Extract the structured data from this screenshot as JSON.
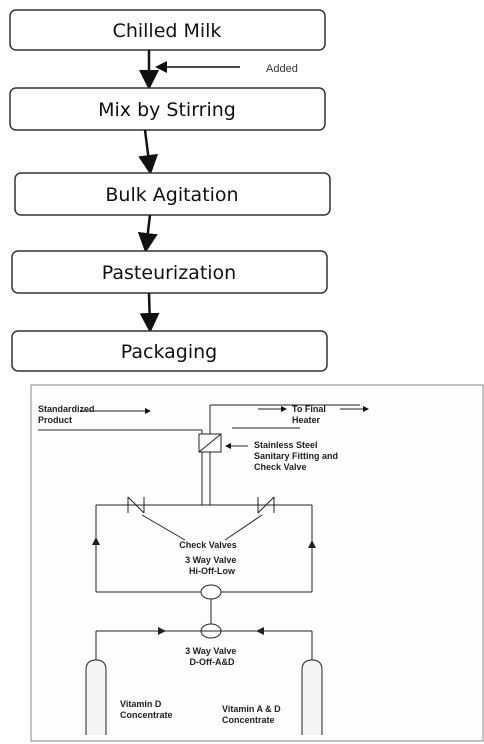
{
  "flow_steps": [
    {
      "label": "Chilled Milk"
    },
    {
      "label": "Mix by Stirring"
    },
    {
      "label": "Bulk Agitation"
    },
    {
      "label": "Pasteurization"
    },
    {
      "label": "Packaging"
    }
  ],
  "side_input": {
    "label": "Added"
  },
  "schematic": {
    "standardized_product": [
      "Standardized",
      "Product"
    ],
    "to_final_heater": [
      "To Final",
      "Heater"
    ],
    "stainless_fitting": [
      "Stainless Steel",
      "Sanitary Fitting and",
      "Check Valve"
    ],
    "check_valves": "Check Valves",
    "valve_upper": [
      "3 Way Valve",
      "Hi-Off-Low"
    ],
    "valve_lower": [
      "3 Way Valve",
      "D-Off-A&D"
    ],
    "vitamin_d": [
      "Vitamin D",
      "Concentrate"
    ],
    "vitamin_ad": [
      "Vitamin A & D",
      "Concentrate"
    ]
  }
}
